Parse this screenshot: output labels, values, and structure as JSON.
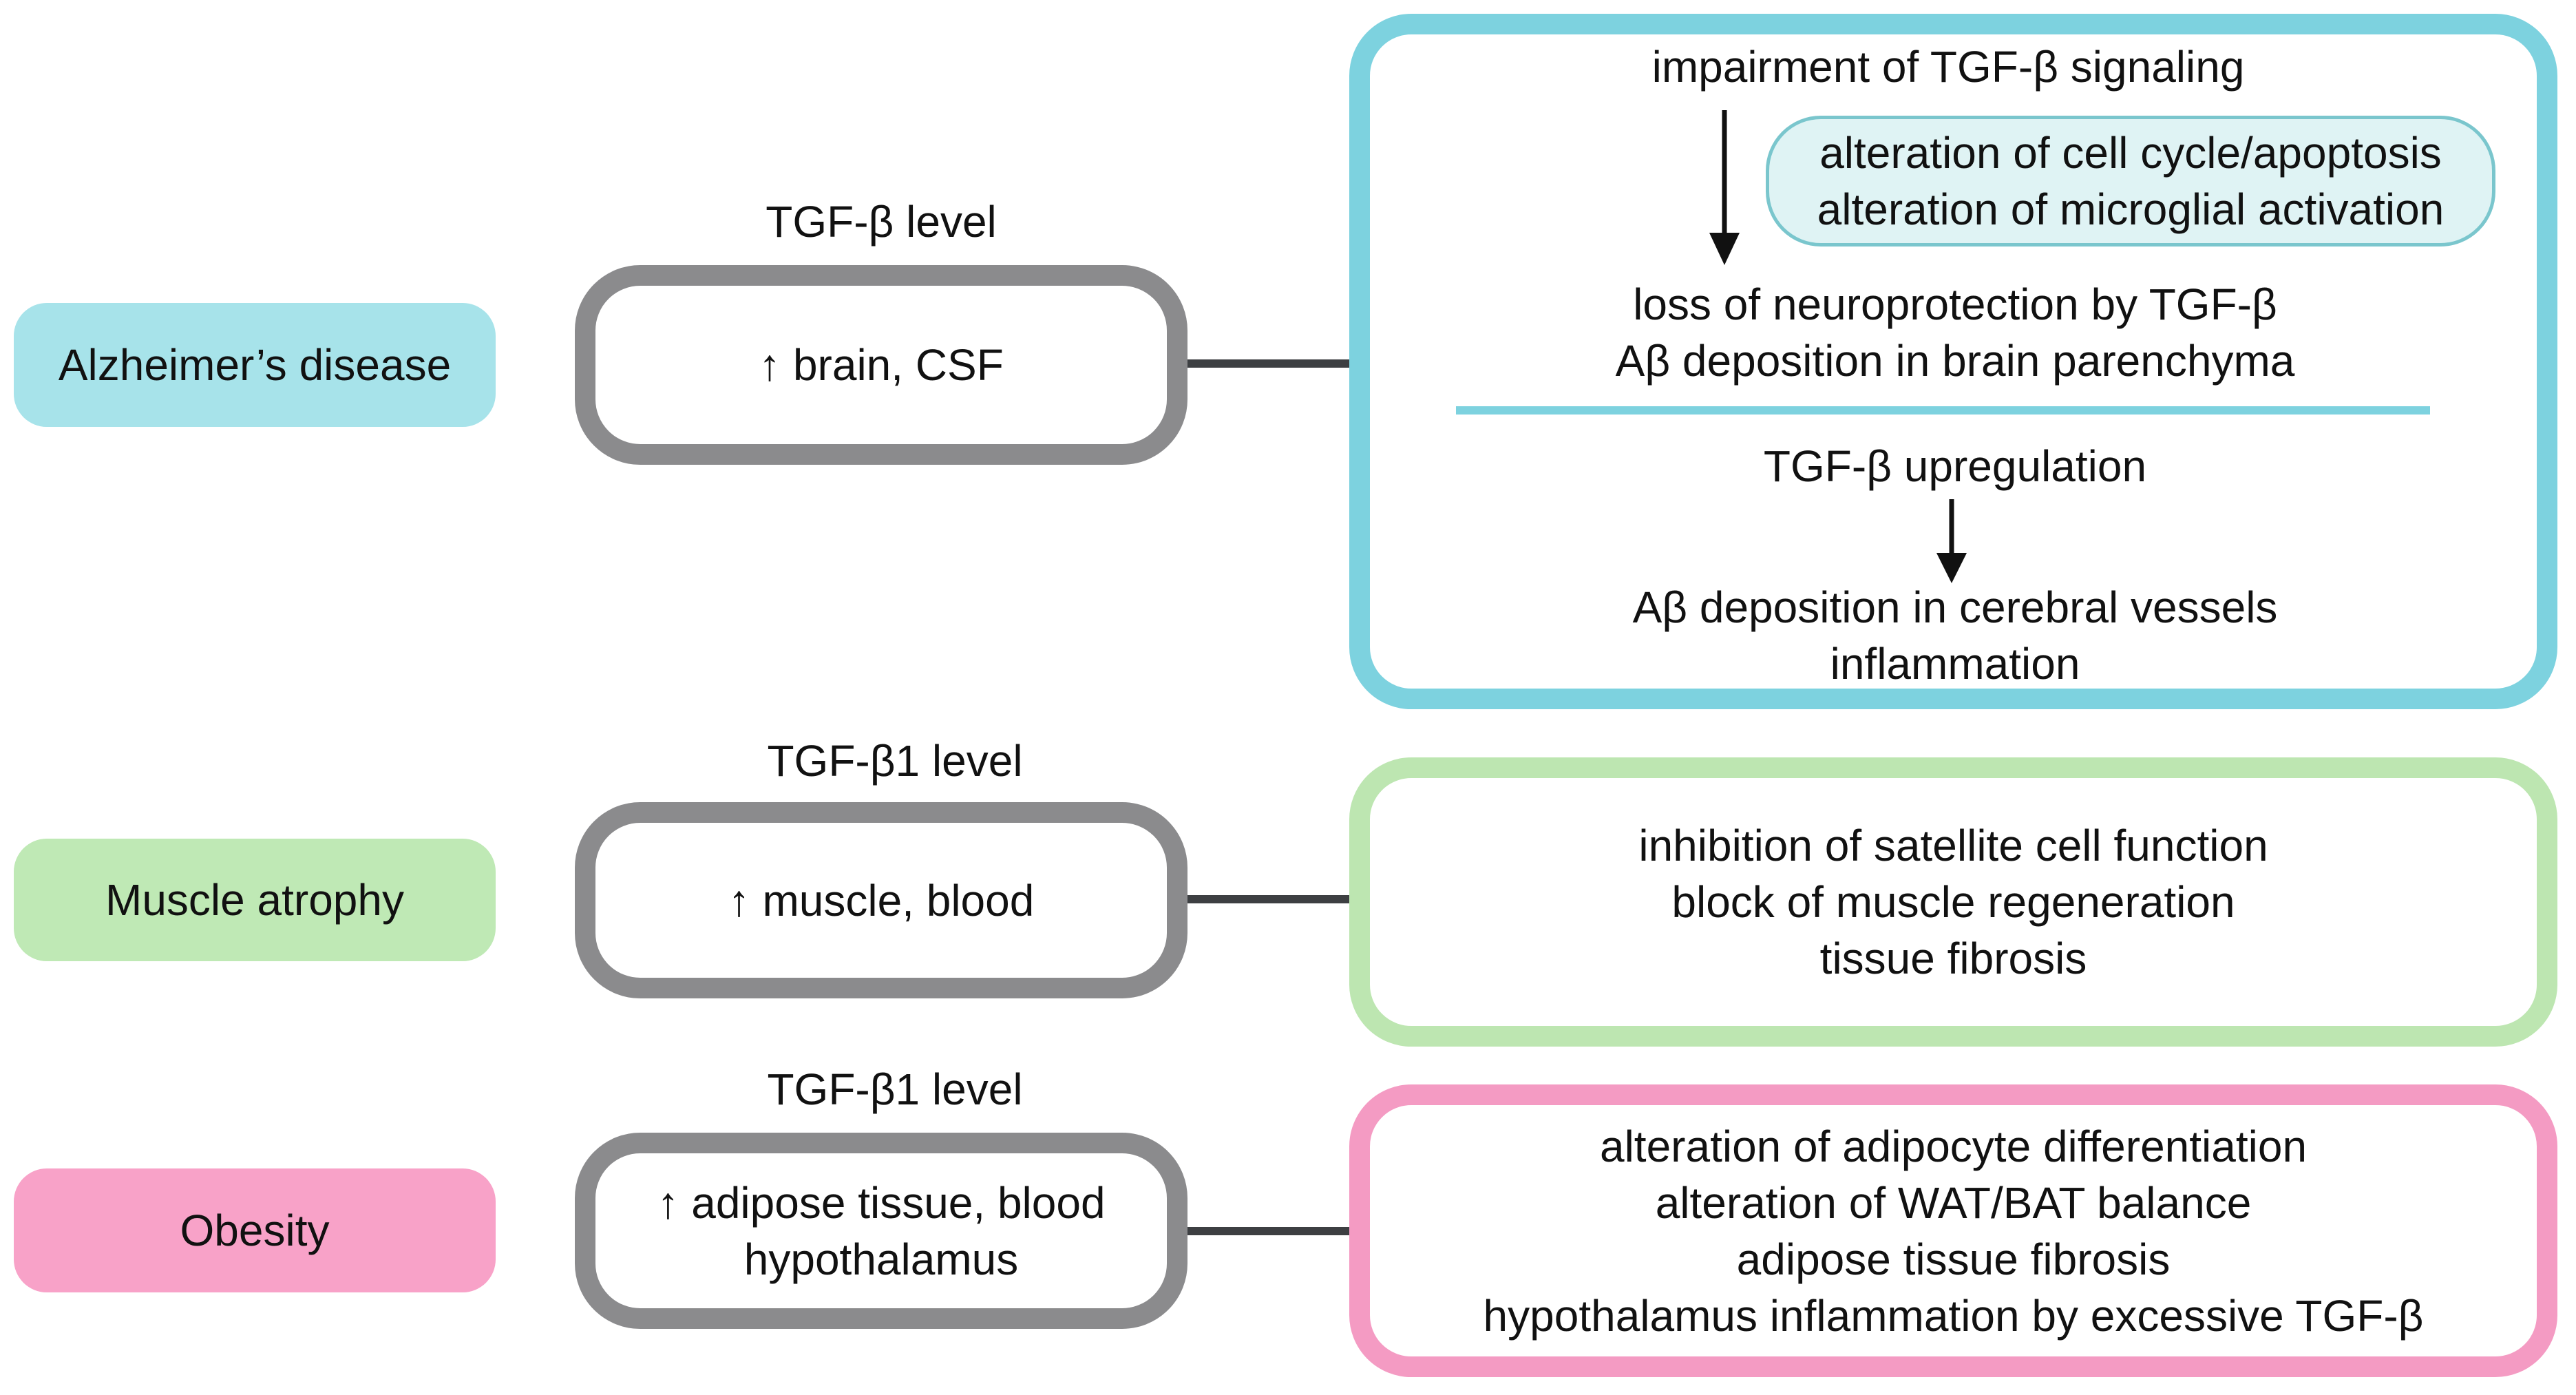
{
  "colors": {
    "alzheimer": "#a7e3ea",
    "alzheimer_border": "#7dd2df",
    "muscle": "#bfe9b5",
    "muscle_border": "#bde6b1",
    "obesity": "#f8a2c8",
    "obesity_border": "#f49bc3",
    "level_border": "#8b8b8d",
    "connector": "#3d3f42"
  },
  "rows": [
    {
      "disease": "Alzheimer’s disease",
      "level_label": "TGF-β level",
      "level_lines": [
        "↑ brain, CSF"
      ],
      "effects": {
        "top_line": "impairment of TGF-β signaling",
        "side_box": [
          "alteration of cell cycle/apoptosis",
          "alteration of microglial activation"
        ],
        "upper_result": [
          "loss of neuroprotection by TGF-β",
          "Aβ deposition in brain parenchyma"
        ],
        "lower_cause": "TGF-β upregulation",
        "lower_result": [
          "Aβ deposition in cerebral vessels",
          "inflammation"
        ]
      }
    },
    {
      "disease": "Muscle atrophy",
      "level_label": "TGF-β1 level",
      "level_lines": [
        "↑ muscle, blood"
      ],
      "effects": [
        "inhibition of satellite cell function",
        "block of muscle regeneration",
        "tissue fibrosis"
      ]
    },
    {
      "disease": "Obesity",
      "level_label": "TGF-β1 level",
      "level_lines": [
        "↑ adipose tissue, blood",
        "hypothalamus"
      ],
      "effects": [
        "alteration of adipocyte differentiation",
        "alteration of WAT/BAT balance",
        "adipose tissue fibrosis",
        "hypothalamus inflammation by excessive TGF-β"
      ]
    }
  ]
}
